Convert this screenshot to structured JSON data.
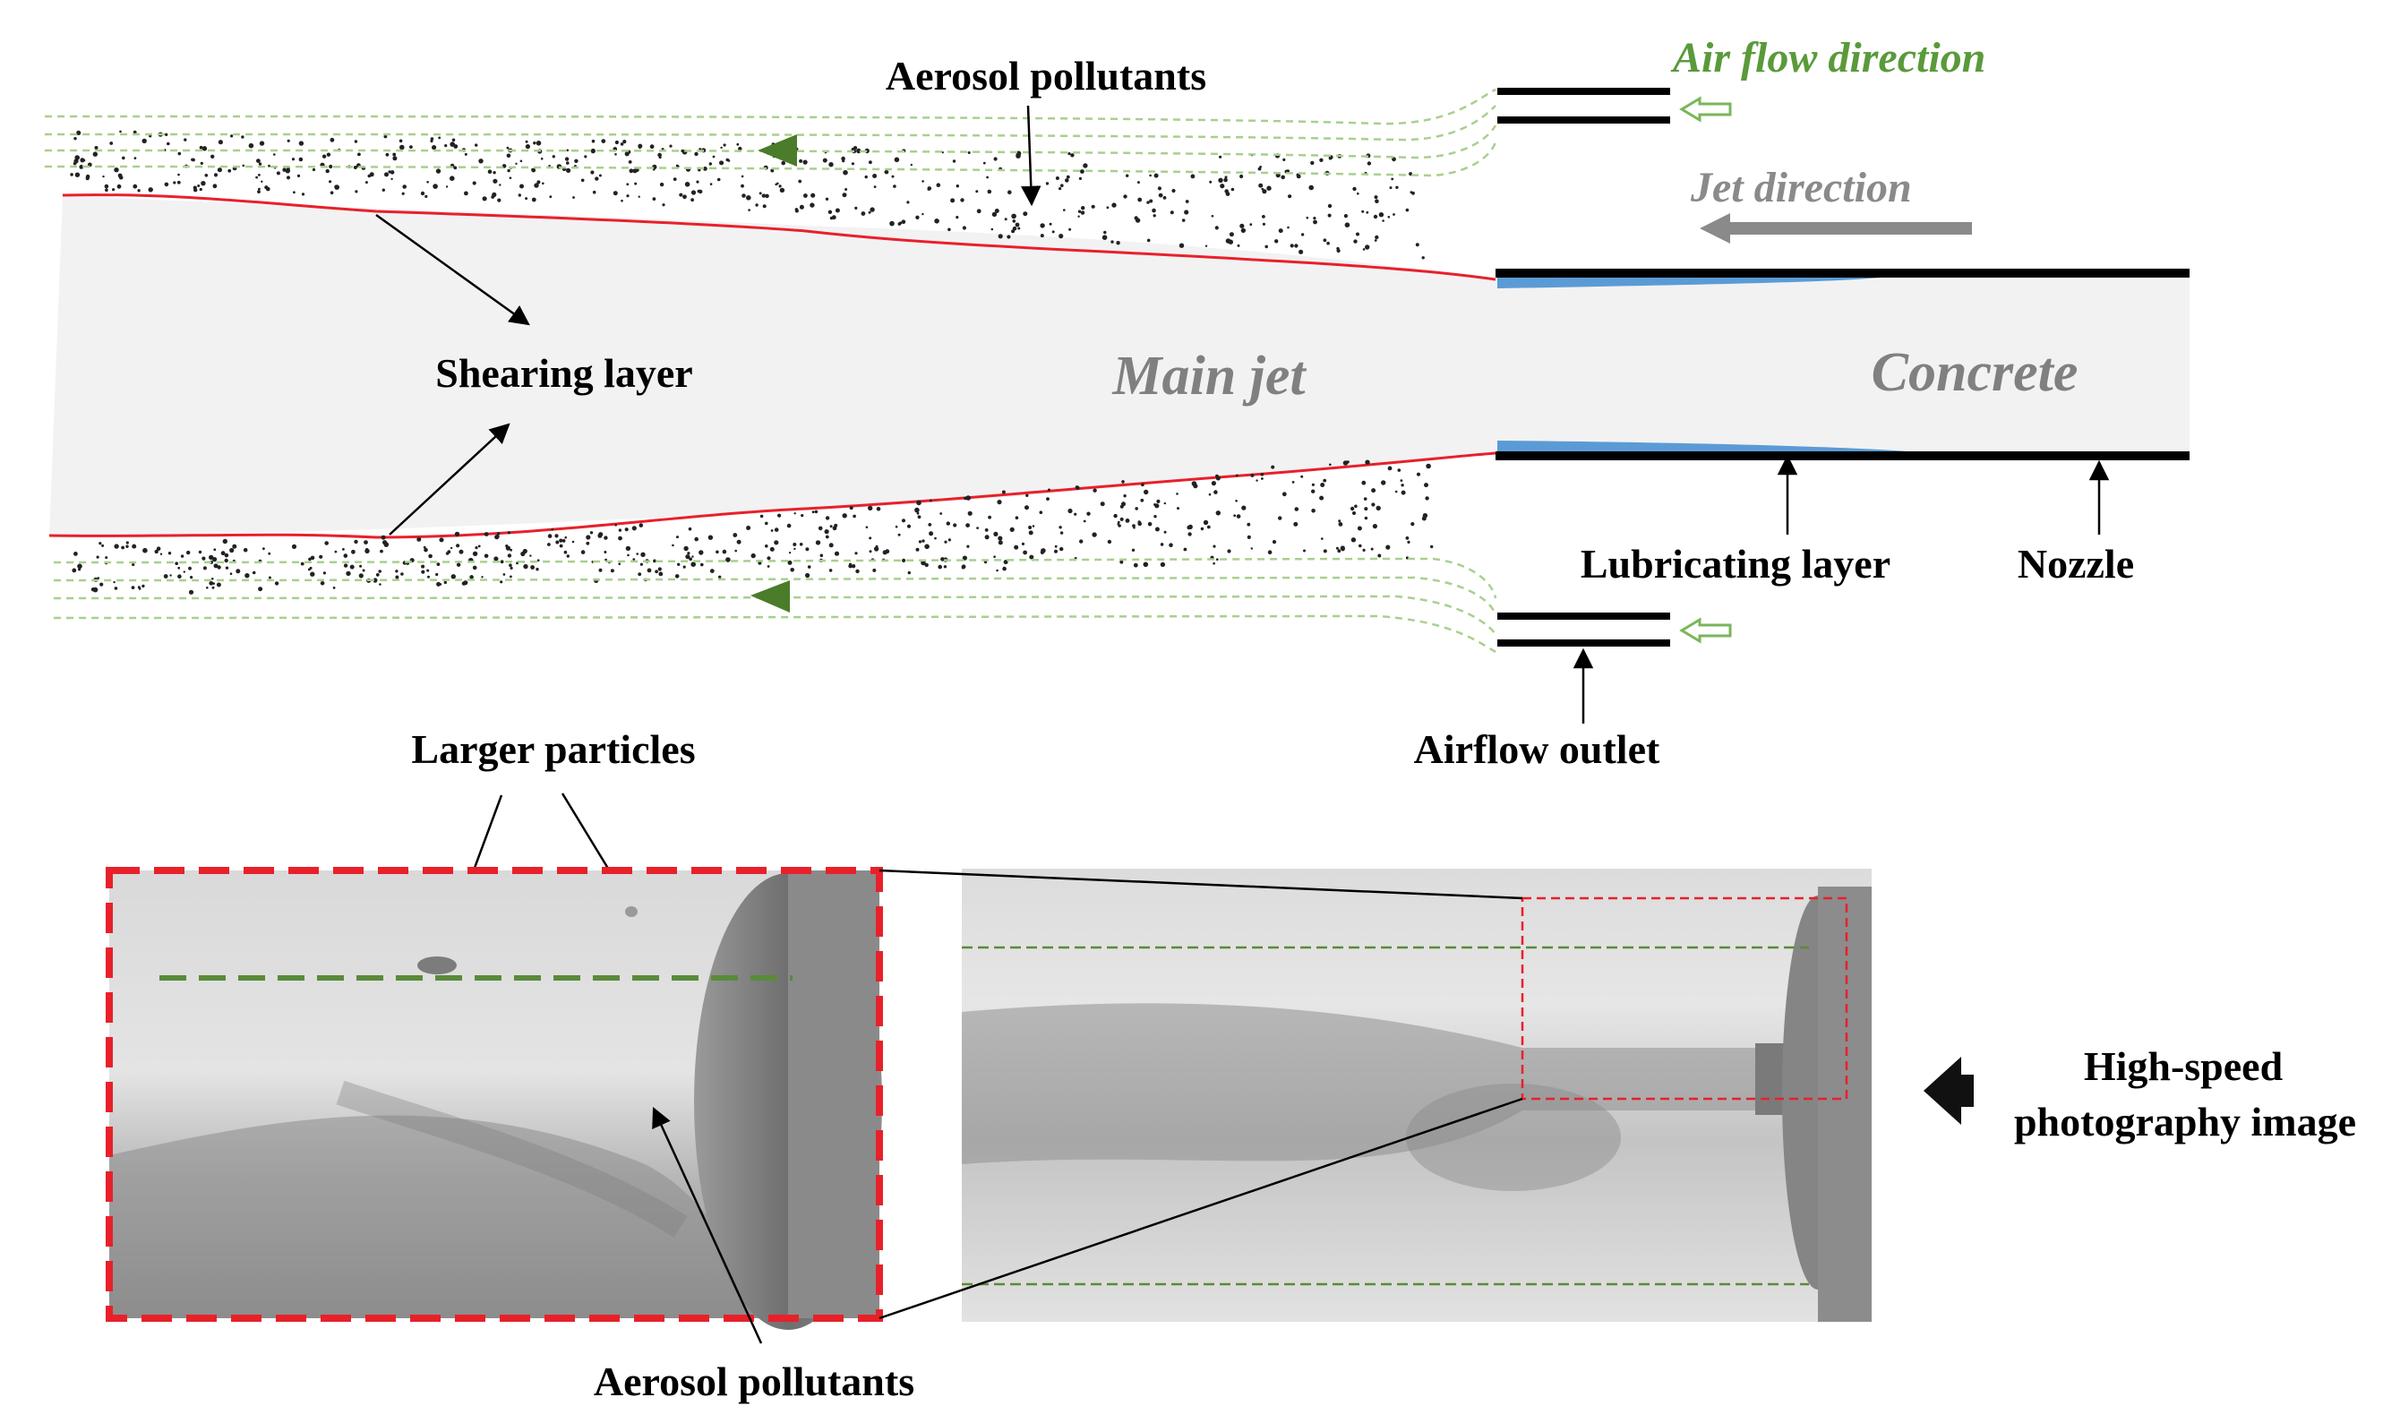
{
  "labels": {
    "aerosol_pollutants_top": "Aerosol pollutants",
    "air_flow_direction": "Air flow direction",
    "jet_direction": "Jet direction",
    "shearing_layer": "Shearing layer",
    "main_jet": "Main jet",
    "concrete": "Concrete",
    "lubricating_layer": "Lubricating layer",
    "nozzle": "Nozzle",
    "airflow_outlet": "Airflow outlet",
    "larger_particles": "Larger particles",
    "aerosol_pollutants_bottom": "Aerosol pollutants",
    "high_speed_line1": "High-speed",
    "high_speed_line2": "photography image"
  },
  "colors": {
    "shear_line": "#e8202a",
    "airflow": "#a8d08d",
    "airflow_arrow": "#4a7c2a",
    "jet_fill": "#f2f2f2",
    "lubricating": "#5b9bd5",
    "jet_arrow": "#8a8a8a",
    "inset_border": "#e8202a",
    "inset_green_line": "#5a8a3a"
  }
}
